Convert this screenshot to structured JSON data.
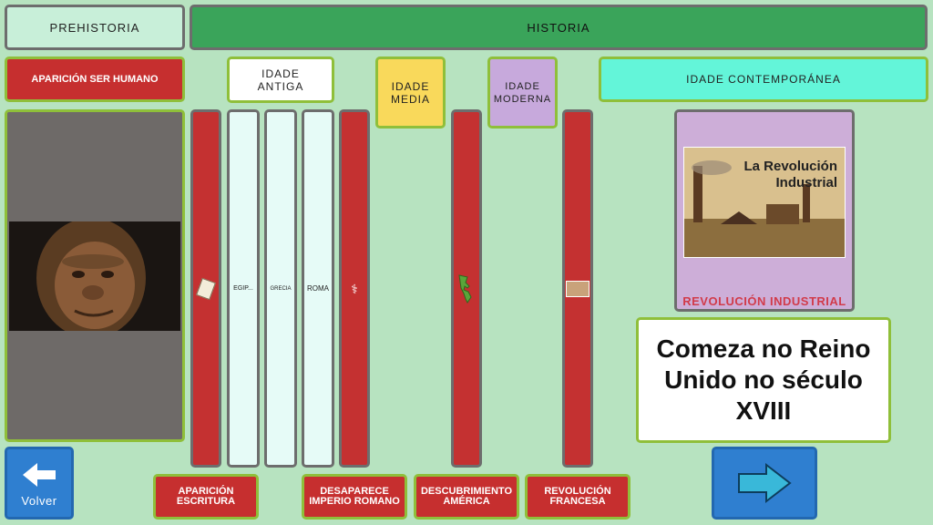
{
  "header": {
    "prehistory": "PREHISTORIA",
    "history": "HISTORIA"
  },
  "ages": {
    "appearance": "APARICIÓN SER HUMANO",
    "ancient": "IDADE ANTIGA",
    "medieval": "IDADE MEDIA",
    "modern": "IDADE MODERNA",
    "contemporary": "IDADE CONTEMPORÁNEA"
  },
  "columns": {
    "egypt": "EGIP...",
    "greece": "GRECIA",
    "rome": "ROMA"
  },
  "events": {
    "writing": "APARICIÓN ESCRITURA",
    "rome_fall": "DESAPARECE IMPERIO ROMANO",
    "america": "DESCUBRIMIENTO AMÉRICA",
    "french_rev": "REVOLUCIÓN FRANCESA"
  },
  "card": {
    "image_title": "La Revolución Industrial",
    "caption": "REVOLUCIÓN INDUSTRIAL"
  },
  "info_text": "Comeza no Reino Unido no século XVIII",
  "nav": {
    "back_label": "Volver"
  },
  "icons": [
    "arrow-left-icon",
    "arrow-right-icon",
    "scroll-icon",
    "figure-icon",
    "americas-map-icon",
    "revolution-icon"
  ],
  "colors": {
    "background": "#b7e3c0",
    "red": "#c62f2f",
    "history": "#3aa45a",
    "medieval": "#f9d95b",
    "modern": "#c7a9dc",
    "contemporary": "#63f5d9",
    "button_blue": "#2f7fd0"
  }
}
